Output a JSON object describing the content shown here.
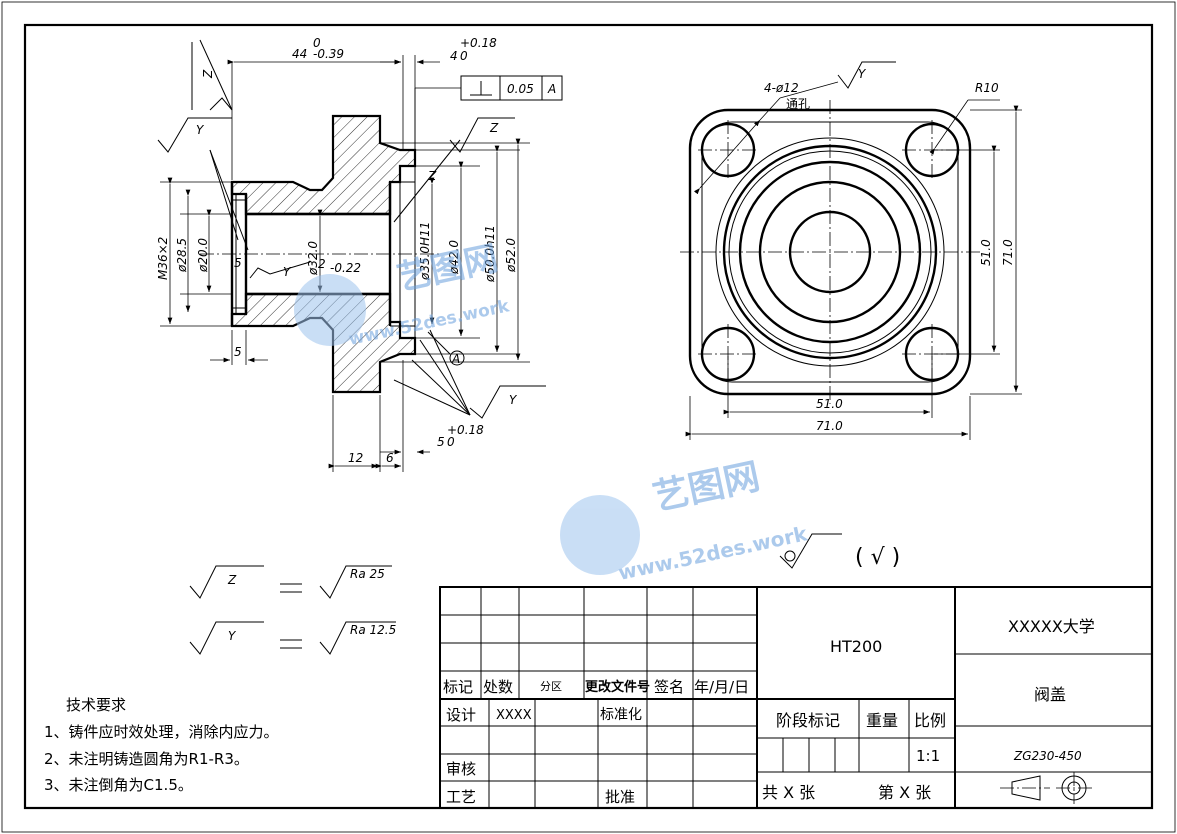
{
  "dims_front": {
    "len44": "44",
    "len44_tol_up": "0",
    "len44_tol_low": "-0.39",
    "len4": "4",
    "len4_tol_up": "+0.18",
    "len4_tol_low": "0",
    "gdt_value": "0.05",
    "gdt_datum": "A",
    "m36": "M36×2",
    "d285": "ø28.5",
    "d20": "ø20.0",
    "d32": "ø32.0",
    "d35": "ø35.0H11",
    "d42": "ø42.0",
    "d50": "ø50.0h11",
    "d52": "ø52.0",
    "five_a": "5",
    "five_b": "5",
    "twelve": "12",
    "six": "6",
    "len5": "5",
    "len5_tol_up": "+0.18",
    "len5_tol_low": "0",
    "tol_2": "2",
    "tol_022": "-0.22",
    "datum_a": "A"
  },
  "dims_side": {
    "holes": "4-ø12",
    "through": "通孔",
    "r10": "R10",
    "h51": "51.0",
    "h71": "71.0",
    "w51": "51.0",
    "w71": "71.0"
  },
  "surface_letters": {
    "z": "Z",
    "y": "Y"
  },
  "roughness": {
    "z_value": "Ra 25",
    "y_value": "Ra 12.5",
    "others_paren": "( √ )"
  },
  "watermark": {
    "cn": "艺图网",
    "url": "www.52des.work"
  },
  "tech": {
    "title": "技术要求",
    "items": [
      "1、铸件应时效处理，消除内应力。",
      "2、未注明铸造圆角为R1-R3。",
      "3、未注倒角为C1.5。"
    ]
  },
  "titleblock": {
    "marks": "标记",
    "count": "处数",
    "zone": "分区",
    "change_doc": "更改文件号",
    "sign": "签名",
    "date": "年/月/日",
    "design": "设计",
    "designer": "XXXX",
    "standard": "标准化",
    "review": "审核",
    "process": "工艺",
    "approve": "批准",
    "material": "HT200",
    "stage": "阶段标记",
    "weight": "重量",
    "scale_label": "比例",
    "scale": "1:1",
    "total": "共 X 张",
    "sheet": "第 X 张",
    "school": "XXXXX大学",
    "part_name": "阀盖",
    "code": "ZG230-450"
  }
}
